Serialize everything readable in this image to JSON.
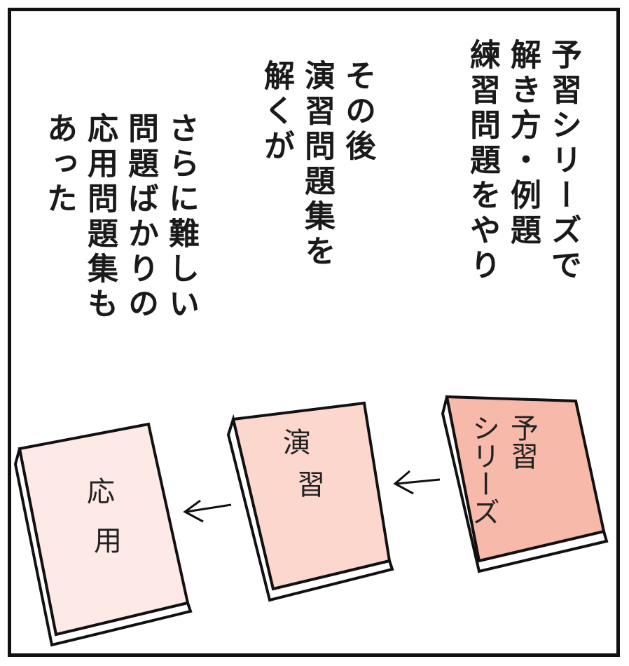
{
  "narration": {
    "group1": [
      "予習シリーズで",
      "解き方・例題",
      "練習問題をやり"
    ],
    "group2": [
      "その後",
      "演習問題集を",
      "解くが"
    ],
    "group3": [
      "さらに難しい",
      "問題ばかりの",
      "応用問題集も",
      "あった"
    ]
  },
  "books": [
    {
      "title_lines": [
        "予習",
        "シリーズ"
      ],
      "color": "#f7b9aa"
    },
    {
      "title_lines": [
        "演",
        "習"
      ],
      "color": "#fbd7cd"
    },
    {
      "title_lines": [
        "応",
        "用"
      ],
      "color": "#fde9e6"
    }
  ],
  "arrows": [
    "←",
    "←"
  ]
}
